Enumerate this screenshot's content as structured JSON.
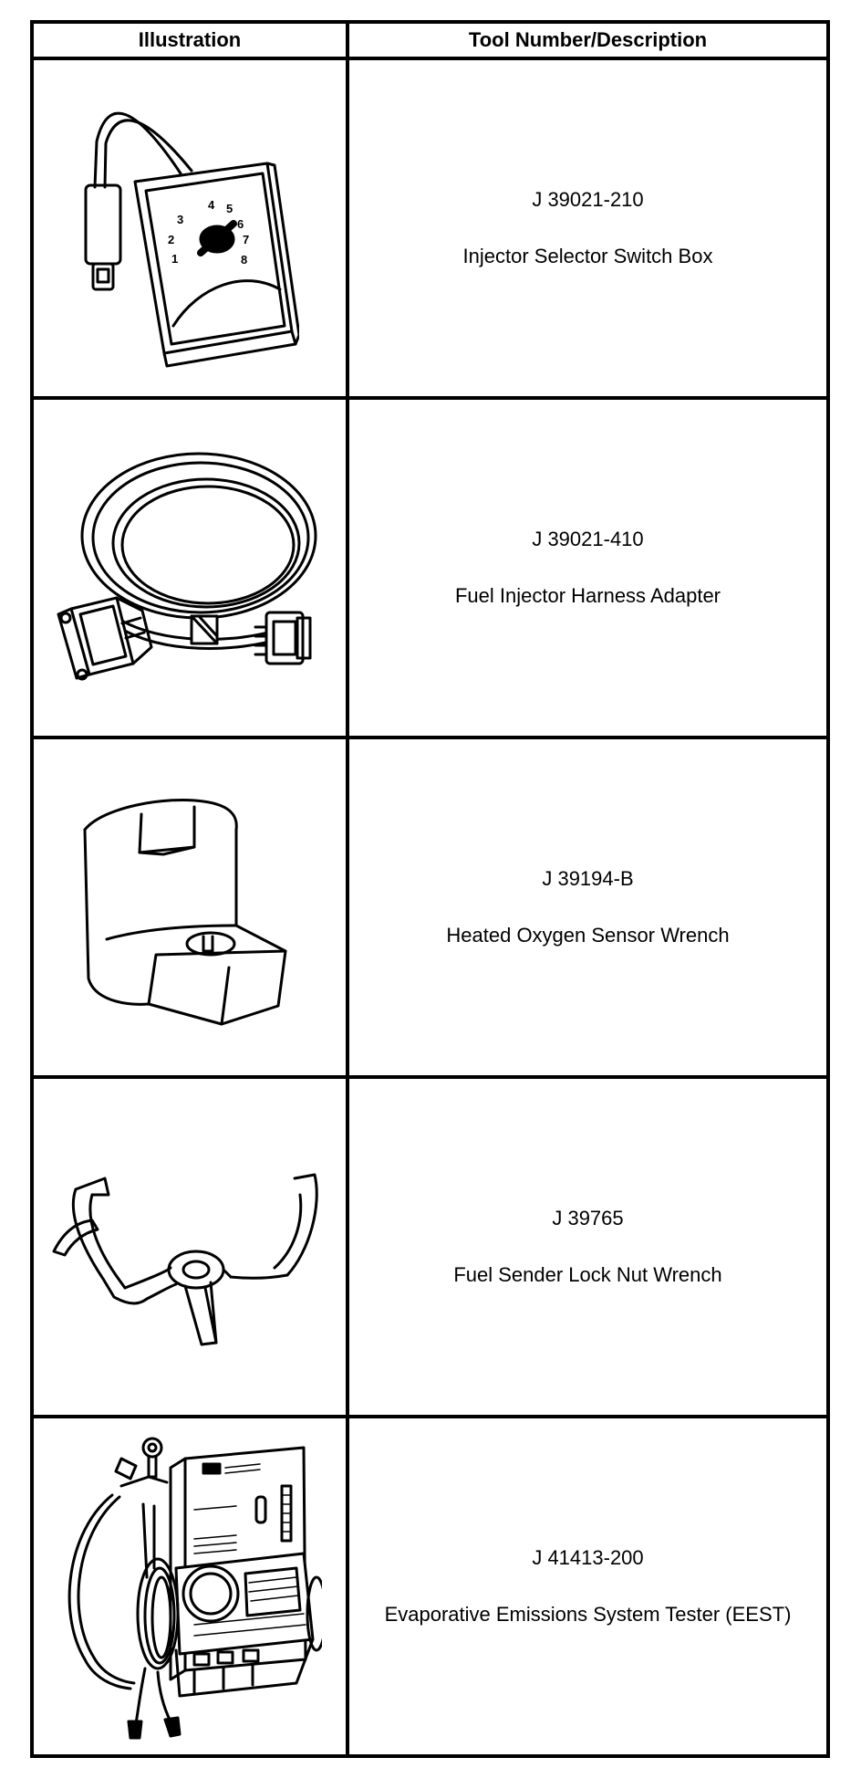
{
  "headers": {
    "illustration": "Illustration",
    "description": "Tool Number/Description"
  },
  "rows": [
    {
      "number": "J 39021-210",
      "name": "Injector Selector Switch Box",
      "icon": "switch-box-icon",
      "dial_marks": [
        "1",
        "2",
        "3",
        "4",
        "5",
        "6",
        "7",
        "8"
      ]
    },
    {
      "number": "J 39021-410",
      "name": "Fuel Injector Harness Adapter",
      "icon": "harness-adapter-icon"
    },
    {
      "number": "J 39194-B",
      "name": "Heated Oxygen Sensor Wrench",
      "icon": "sensor-wrench-icon"
    },
    {
      "number": "J 39765",
      "name": "Fuel Sender Lock Nut Wrench",
      "icon": "lock-nut-wrench-icon"
    },
    {
      "number": "J 41413-200",
      "name": "Evaporative Emissions System Tester (EEST)",
      "icon": "eest-tester-icon"
    }
  ]
}
